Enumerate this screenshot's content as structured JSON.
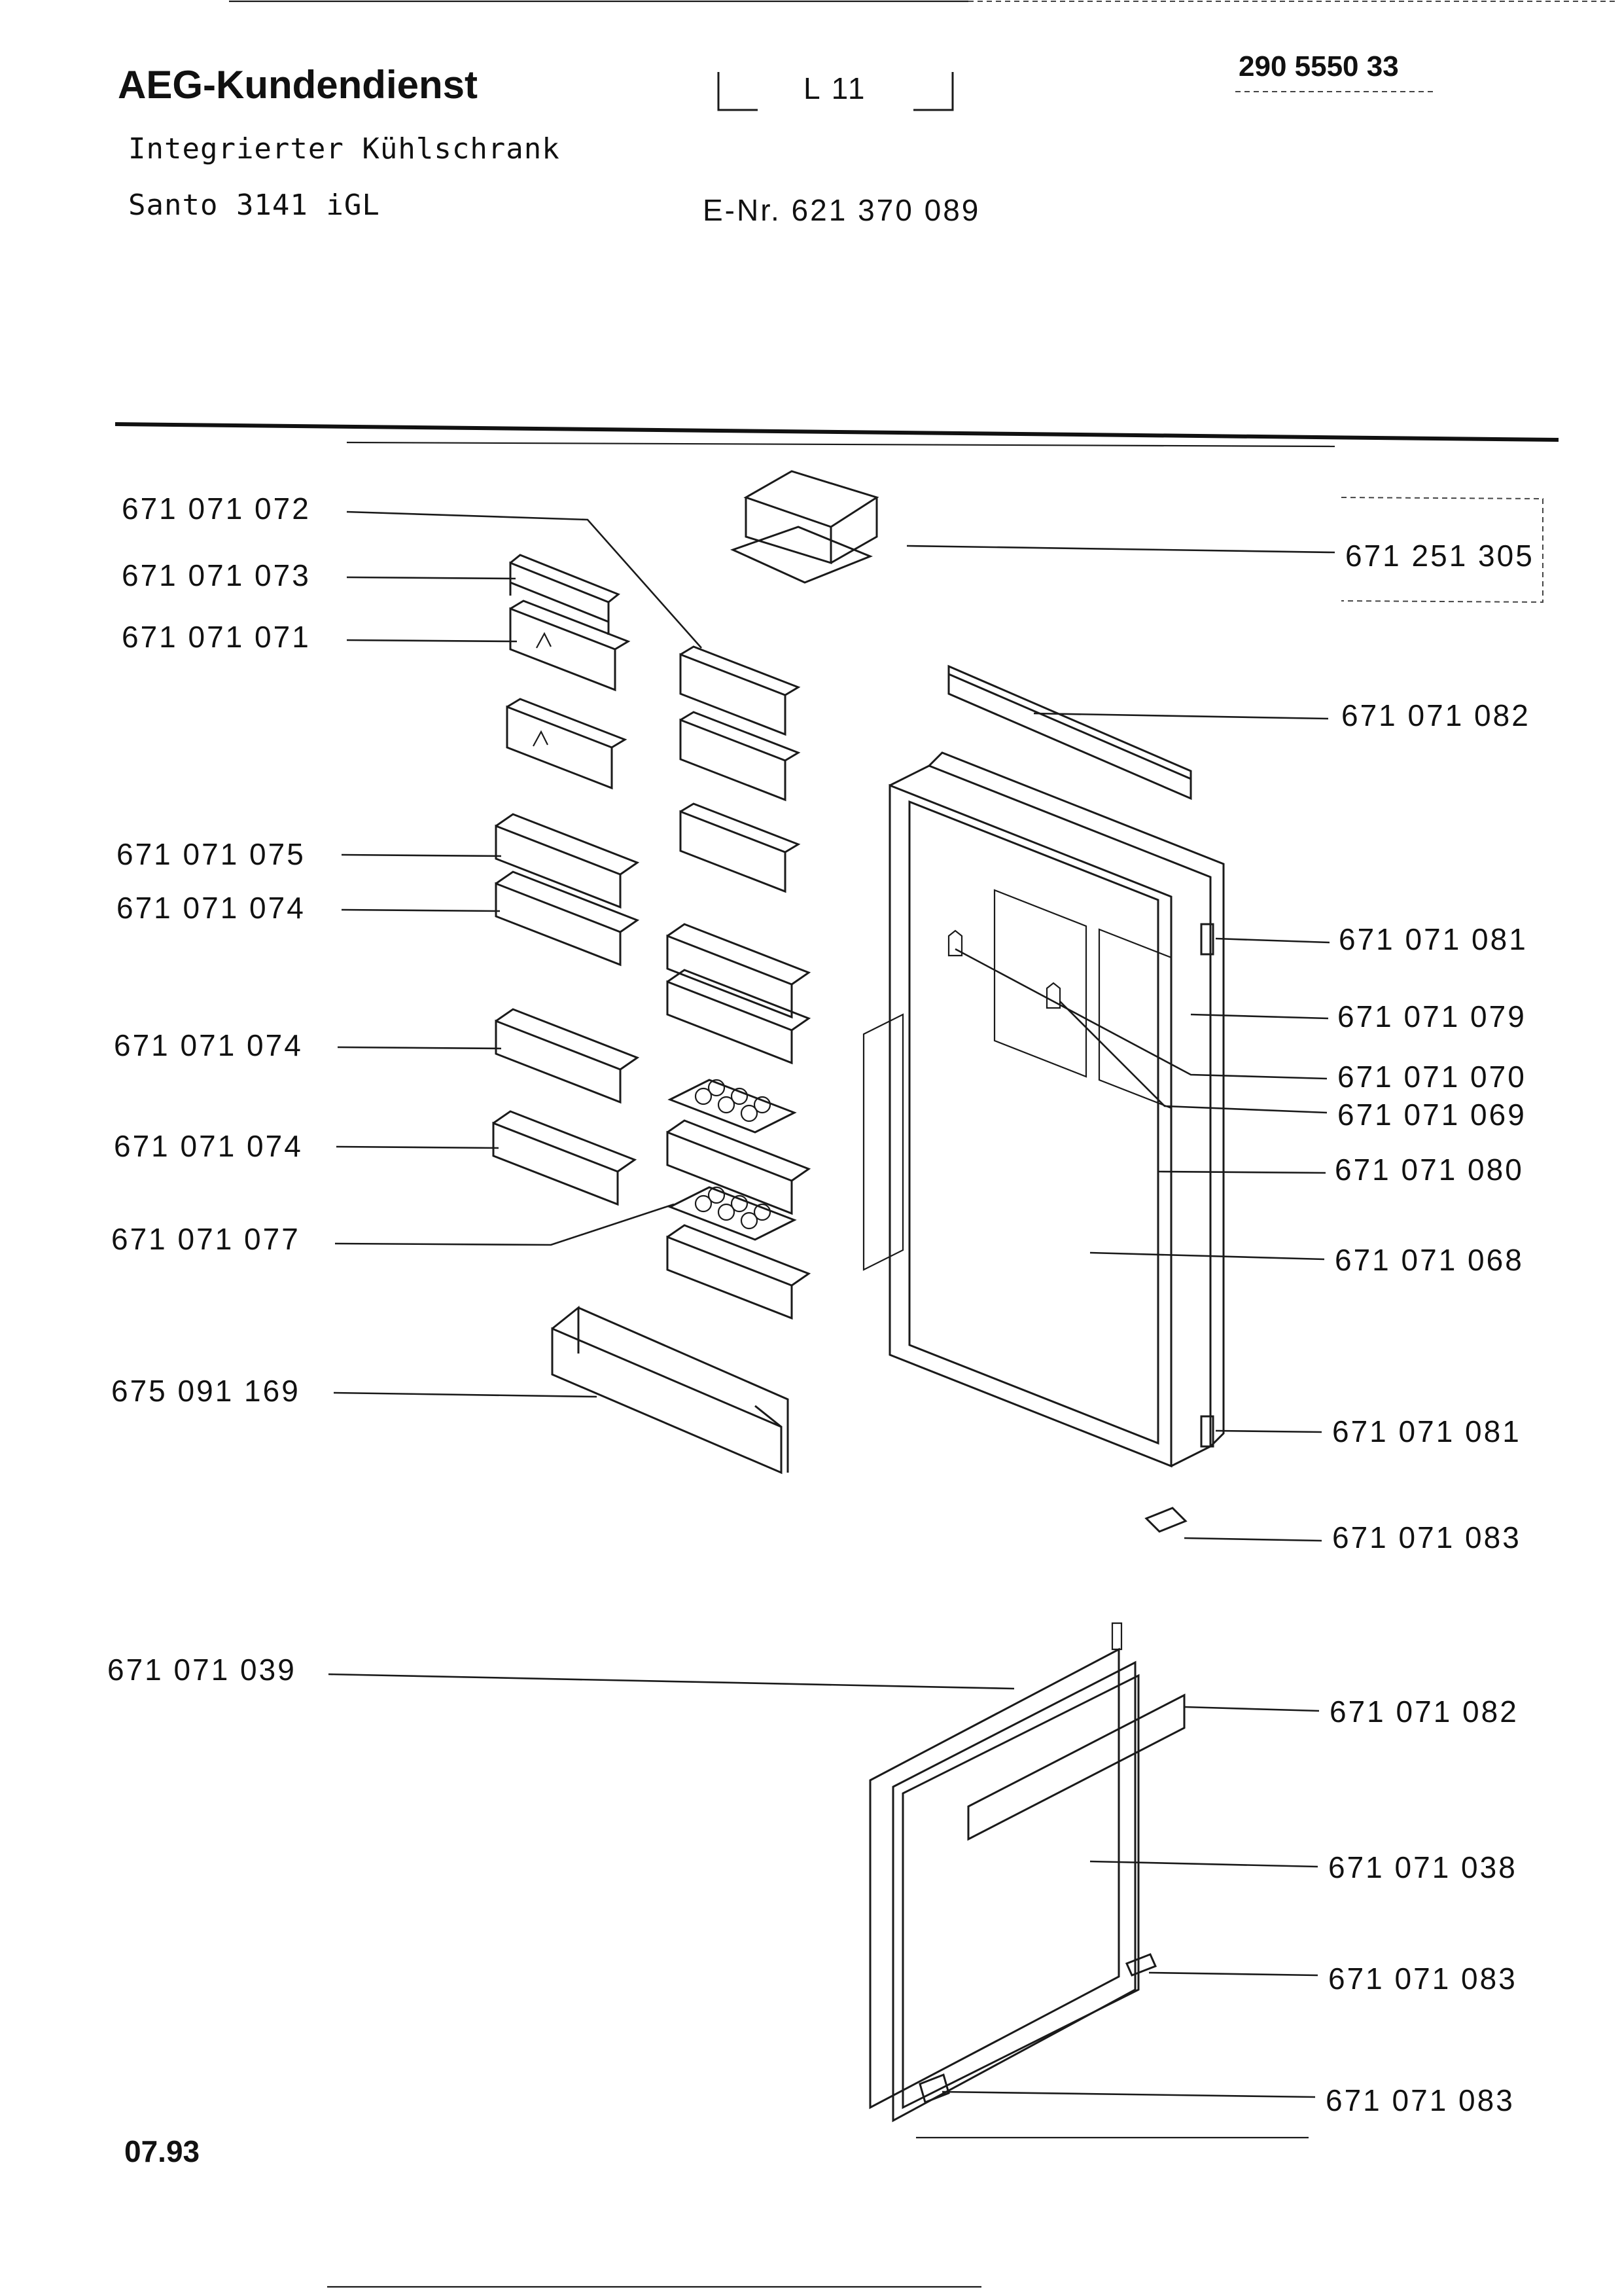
{
  "header": {
    "brand": "AEG-Kundendienst",
    "page_code": "L 11",
    "doc_number": "290 5550 33",
    "product_type": "Integrierter Kühlschrank",
    "model": "Santo 3141 iGL",
    "e_number": "E-Nr. 621 370 089"
  },
  "parts_left": [
    "671 071 072",
    "671 071 073",
    "671 071 071",
    "671 071 075",
    "671 071 074",
    "671 071 074",
    "671 071 074",
    "671 071 077",
    "675 091 169",
    "671 071 039"
  ],
  "parts_right": [
    "671 251 305",
    "671 071 082",
    "671 071 081",
    "671 071 079",
    "671 071 070",
    "671 071 069",
    "671 071 080",
    "671 071 068",
    "671 071 081",
    "671 071 083",
    "671 071 082",
    "671 071 038",
    "671 071 083",
    "671 071 083"
  ],
  "footer": {
    "date": "07.93"
  }
}
